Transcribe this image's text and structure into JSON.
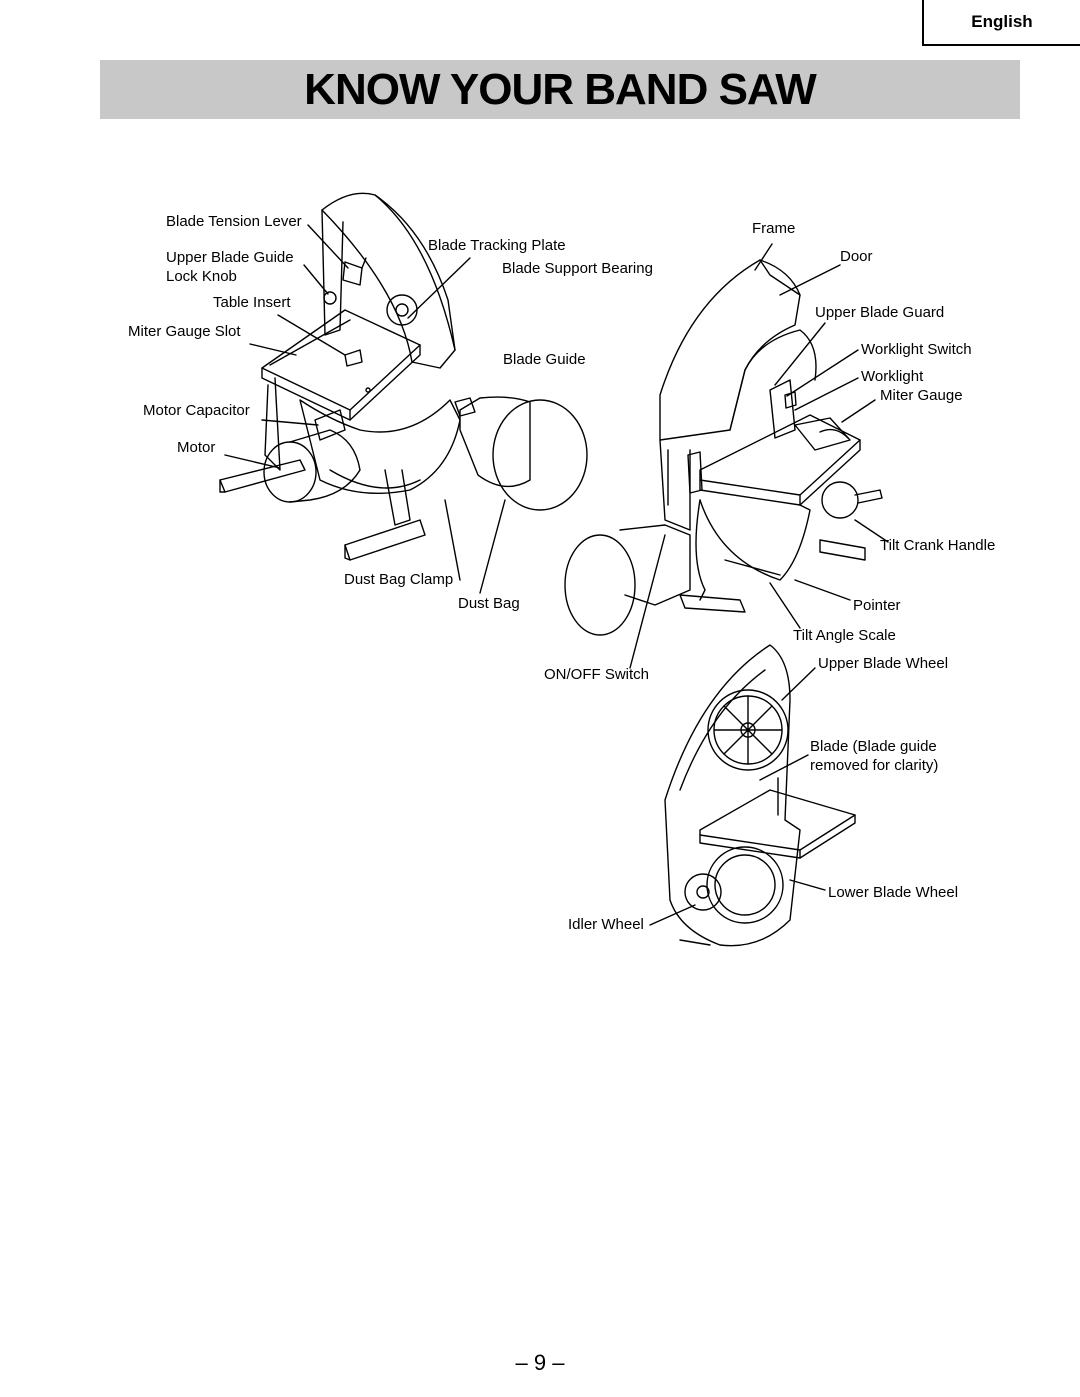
{
  "header": {
    "language": "English",
    "title": "KNOW YOUR BAND SAW"
  },
  "labels": {
    "blade_tension_lever": "Blade Tension Lever",
    "upper_blade_guide_1": "Upper Blade Guide",
    "upper_blade_guide_2": "Lock Knob",
    "table_insert": "Table Insert",
    "miter_gauge_slot": "Miter Gauge Slot",
    "motor_capacitor": "Motor Capacitor",
    "motor": "Motor",
    "blade_tracking_plate": "Blade Tracking Plate",
    "blade_support_bearing": "Blade Support Bearing",
    "blade_guide": "Blade Guide",
    "dust_bag_clamp": "Dust Bag Clamp",
    "dust_bag": "Dust Bag",
    "frame": "Frame",
    "door": "Door",
    "upper_blade_guard": "Upper Blade Guard",
    "worklight_switch": "Worklight Switch",
    "worklight": "Worklight",
    "miter_gauge": "Miter Gauge",
    "tilt_crank_handle": "Tilt Crank Handle",
    "pointer": "Pointer",
    "tilt_angle_scale": "Tilt Angle Scale",
    "on_off_switch": "ON/OFF Switch",
    "upper_blade_wheel": "Upper Blade Wheel",
    "blade_1": "Blade (Blade guide",
    "blade_2": "removed for clarity)",
    "lower_blade_wheel": "Lower Blade Wheel",
    "idler_wheel": "Idler Wheel"
  },
  "footer": {
    "page_number": "– 9 –"
  }
}
